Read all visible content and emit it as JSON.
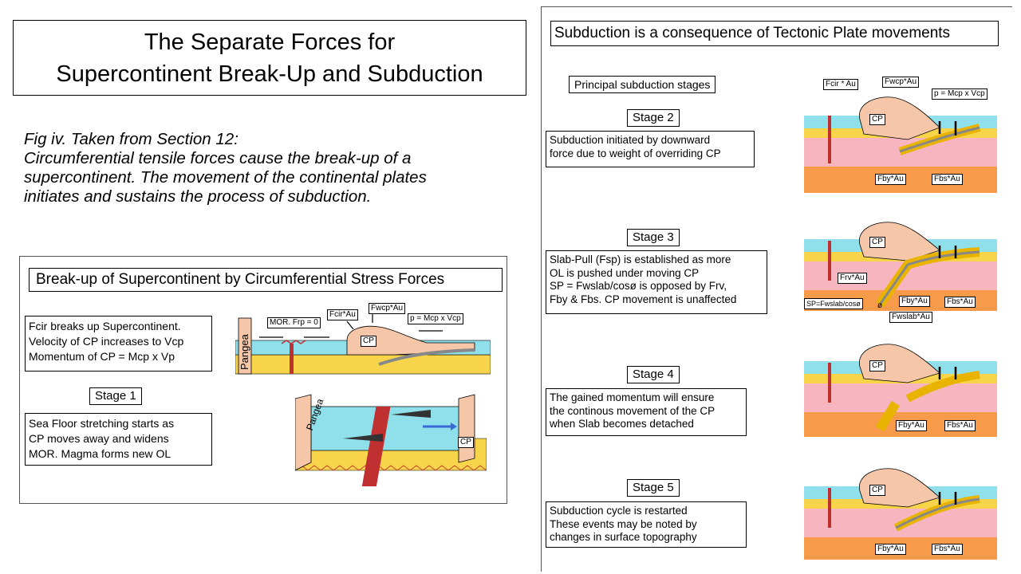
{
  "title": {
    "line1": "The Separate Forces for",
    "line2": "Supercontinent Break-Up and Subduction"
  },
  "caption": {
    "lines": [
      "Fig iv. Taken from Section 12:",
      "Circumferential tensile forces cause the break-up of a",
      "supercontinent. The movement of the continental plates",
      "initiates and sustains the process of subduction."
    ]
  },
  "left_panel": {
    "heading": "Break-up of Supercontinent by Circumferential Stress Forces",
    "box1": [
      "Fcir breaks up Supercontinent.",
      "Velocity of CP increases to Vcp",
      "Momentum of CP = Mcp x Vp"
    ],
    "stage": "Stage 1",
    "box2": [
      "Sea Floor stretching  starts as",
      "CP moves away and widens",
      "MOR. Magma forms new OL"
    ],
    "labels": {
      "mor": "MOR. Frp = 0",
      "fcir": "Fcir*Au",
      "fwcp": "Fwcp*Au",
      "p": "p = Mcp x Vcp",
      "cp": "CP",
      "pangea": "Pangea",
      "cp2": "CP"
    }
  },
  "right_panel": {
    "heading": "Subduction is a consequence of Tectonic Plate movements",
    "principal": "Principal subduction stages",
    "stages": [
      {
        "label": "Stage 2",
        "text": [
          "Subduction initiated  by downward",
          "force  due to weight of overriding CP"
        ]
      },
      {
        "label": "Stage 3",
        "text": [
          "Slab-Pull (Fsp) is established as more",
          "OL is pushed under moving CP",
          "SP = Fwslab/cosø is opposed by Frv,",
          "Fby & Fbs.  CP movement is unaffected"
        ]
      },
      {
        "label": "Stage 4",
        "text": [
          "The gained momentum will ensure",
          "the continous movement of the CP",
          "when Slab becomes detached"
        ]
      },
      {
        "label": "Stage 5",
        "text": [
          "Subduction cycle is restarted",
          "These events may be noted by",
          "changes in surface topography"
        ]
      }
    ],
    "diagram_labels": {
      "fcir": "Fcir * Au",
      "fwcp": "Fwcp*Au",
      "p": "p = Mcp x Vcp",
      "cp": "CP",
      "fby": "Fby*Au",
      "fbs": "Fbs*Au",
      "frv": "Frv*Au",
      "sp": "SP=Fwslab/cosø",
      "fwslab": "Fwslab*Au",
      "phi": "ø"
    }
  },
  "colors": {
    "sea": "#8fe0ea",
    "crust_yellow": "#f7d44a",
    "mantle_pink": "#f7b5bf",
    "deep_orange": "#f79a4a",
    "continent": "#f5c6a8",
    "magma": "#c03030"
  }
}
